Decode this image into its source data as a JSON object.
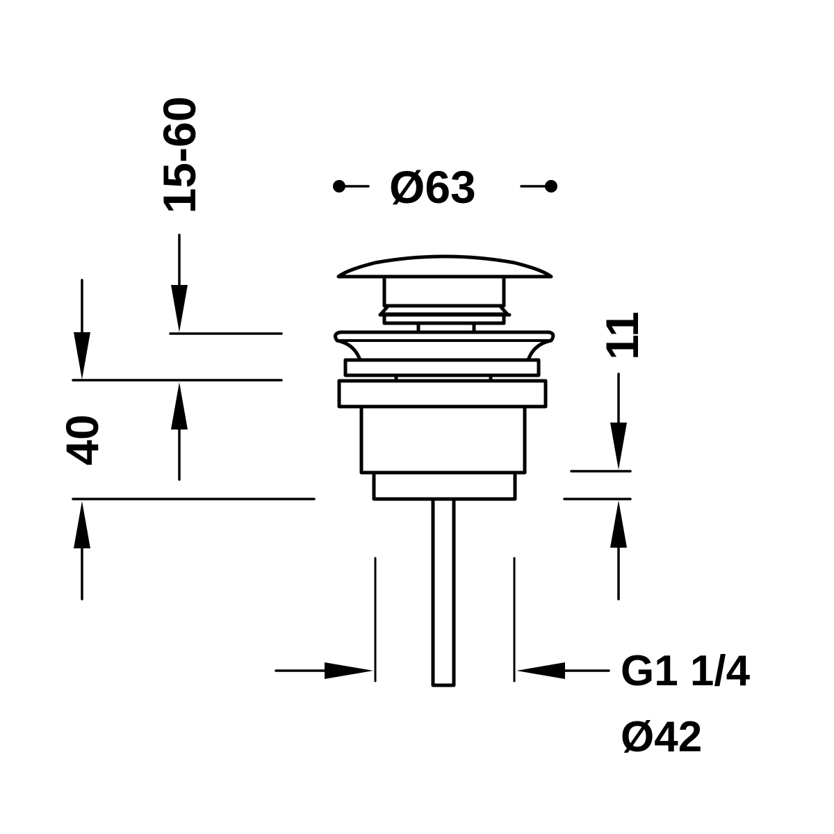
{
  "drawing": {
    "title": "Pop-up waste valve dimension drawing",
    "stroke_color": "#000000",
    "background": "#ffffff"
  },
  "dimensions": {
    "top_diameter": {
      "label": "Ø63",
      "value": 63,
      "unit": "mm"
    },
    "adjust_range": {
      "label": "15-60",
      "min": 15,
      "max": 60,
      "unit": "mm"
    },
    "flange_height": {
      "label": "40",
      "value": 40,
      "unit": "mm"
    },
    "body_offset": {
      "label": "11",
      "value": 11,
      "unit": "mm"
    },
    "thread": {
      "label": "G1 1/4",
      "unit": "inch"
    },
    "thread_diameter": {
      "label": "Ø42",
      "value": 42,
      "unit": "mm"
    }
  }
}
